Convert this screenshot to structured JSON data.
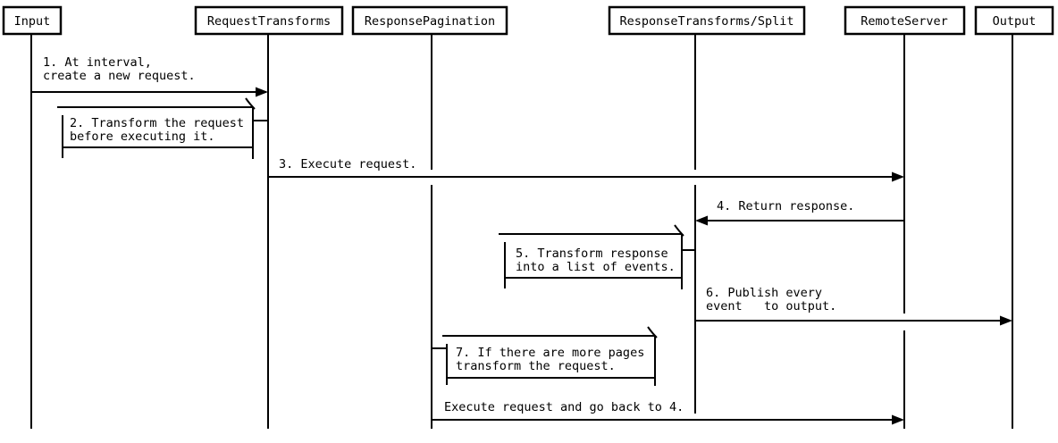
{
  "actors": {
    "input": "Input",
    "request_transforms": "RequestTransforms",
    "response_pagination": "ResponsePagination",
    "response_transforms_split": "ResponseTransforms/Split",
    "remote_server": "RemoteServer",
    "output": "Output"
  },
  "messages": {
    "m1_line1": "1. At interval,",
    "m1_line2": "create a new request.",
    "m2_line1": "2. Transform the request",
    "m2_line2": "before executing it.",
    "m3": "3. Execute request.",
    "m4": "4. Return response.",
    "m5_line1": "5. Transform response",
    "m5_line2": "into a list of events.",
    "m6_line1": "6. Publish every",
    "m6_line2": "event   to output.",
    "m7_line1": "7. If there are more pages",
    "m7_line2": "transform the request.",
    "m8": "Execute request and go back to 4."
  },
  "colors": {
    "line": "#000000",
    "text": "#000000",
    "background": "#ffffff"
  }
}
